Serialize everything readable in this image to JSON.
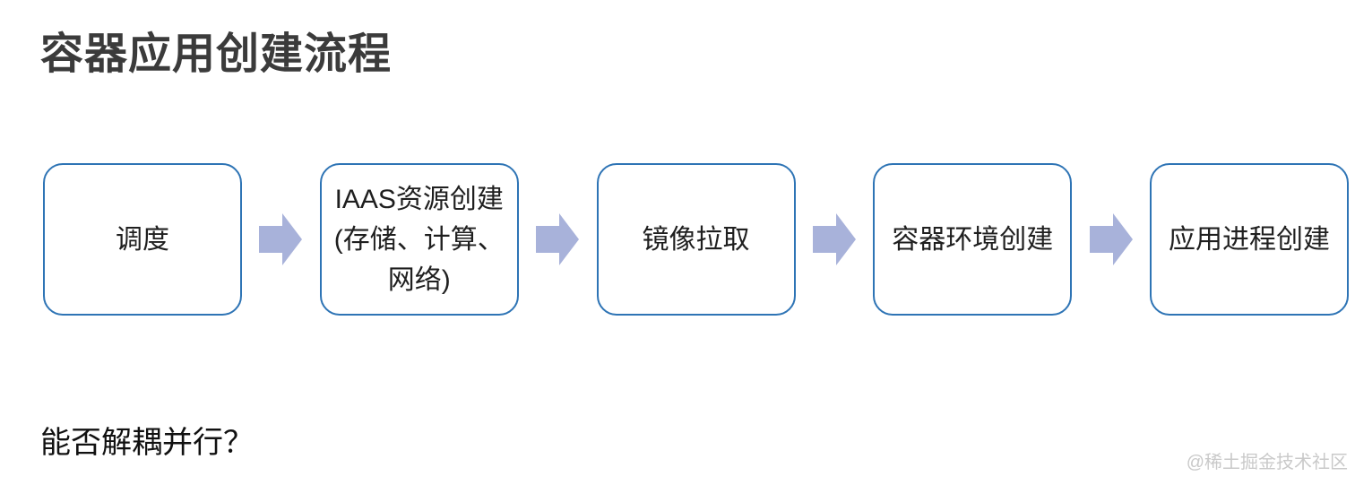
{
  "page": {
    "title": "容器应用创建流程",
    "question": "能否解耦并行？",
    "watermark": "@稀土掘金技术社区"
  },
  "flow": {
    "steps": [
      {
        "label": "调度"
      },
      {
        "label": "IAAS资源创建(存储、计算、网络)",
        "lines": [
          "IAAS资源创建",
          "(存储、计算、",
          "网络)"
        ]
      },
      {
        "label": "镜像拉取"
      },
      {
        "label": "容器环境创建"
      },
      {
        "label": "应用进程创建"
      }
    ],
    "arrow_icon": "right-block-arrow-icon"
  },
  "colors": {
    "box_border": "#2e74b5",
    "arrow_fill": "#a8b2da",
    "title_text": "#3b3b3b",
    "box_text": "#1f1f1f",
    "watermark_text": "#c9c9c9"
  }
}
